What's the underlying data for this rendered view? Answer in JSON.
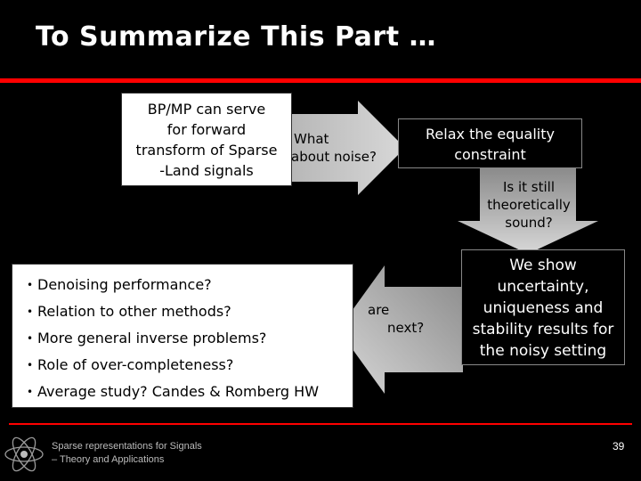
{
  "title": "To Summarize This Part …",
  "boxes": {
    "bp_mp": [
      "BP/MP can serve",
      "for forward",
      "transform of Sparse",
      "-Land signals"
    ],
    "relax": [
      "Relax the equality",
      "constraint"
    ],
    "we_show": [
      "We show",
      "uncertainty,",
      "uniqueness and",
      "stability results for",
      "the noisy setting"
    ]
  },
  "arrow_labels": {
    "what": "What",
    "about_noise": "about noise?",
    "still_sound": [
      "Is it still",
      "theoretically",
      "sound?"
    ],
    "are": "are",
    "next": "next?"
  },
  "questions": [
    "Denoising performance?",
    "Relation to other methods?",
    "More general inverse problems?",
    "Role of over-completeness?",
    "Average study? Candes & Romberg HW"
  ],
  "bullet": "•",
  "footer": {
    "line1": "Sparse representations for Signals",
    "line2": "– Theory and Applications",
    "page": "39"
  },
  "colors": {
    "background": "#000000",
    "accent_rule": "#ff0000",
    "arrow_fill": "#b0b0b0"
  }
}
